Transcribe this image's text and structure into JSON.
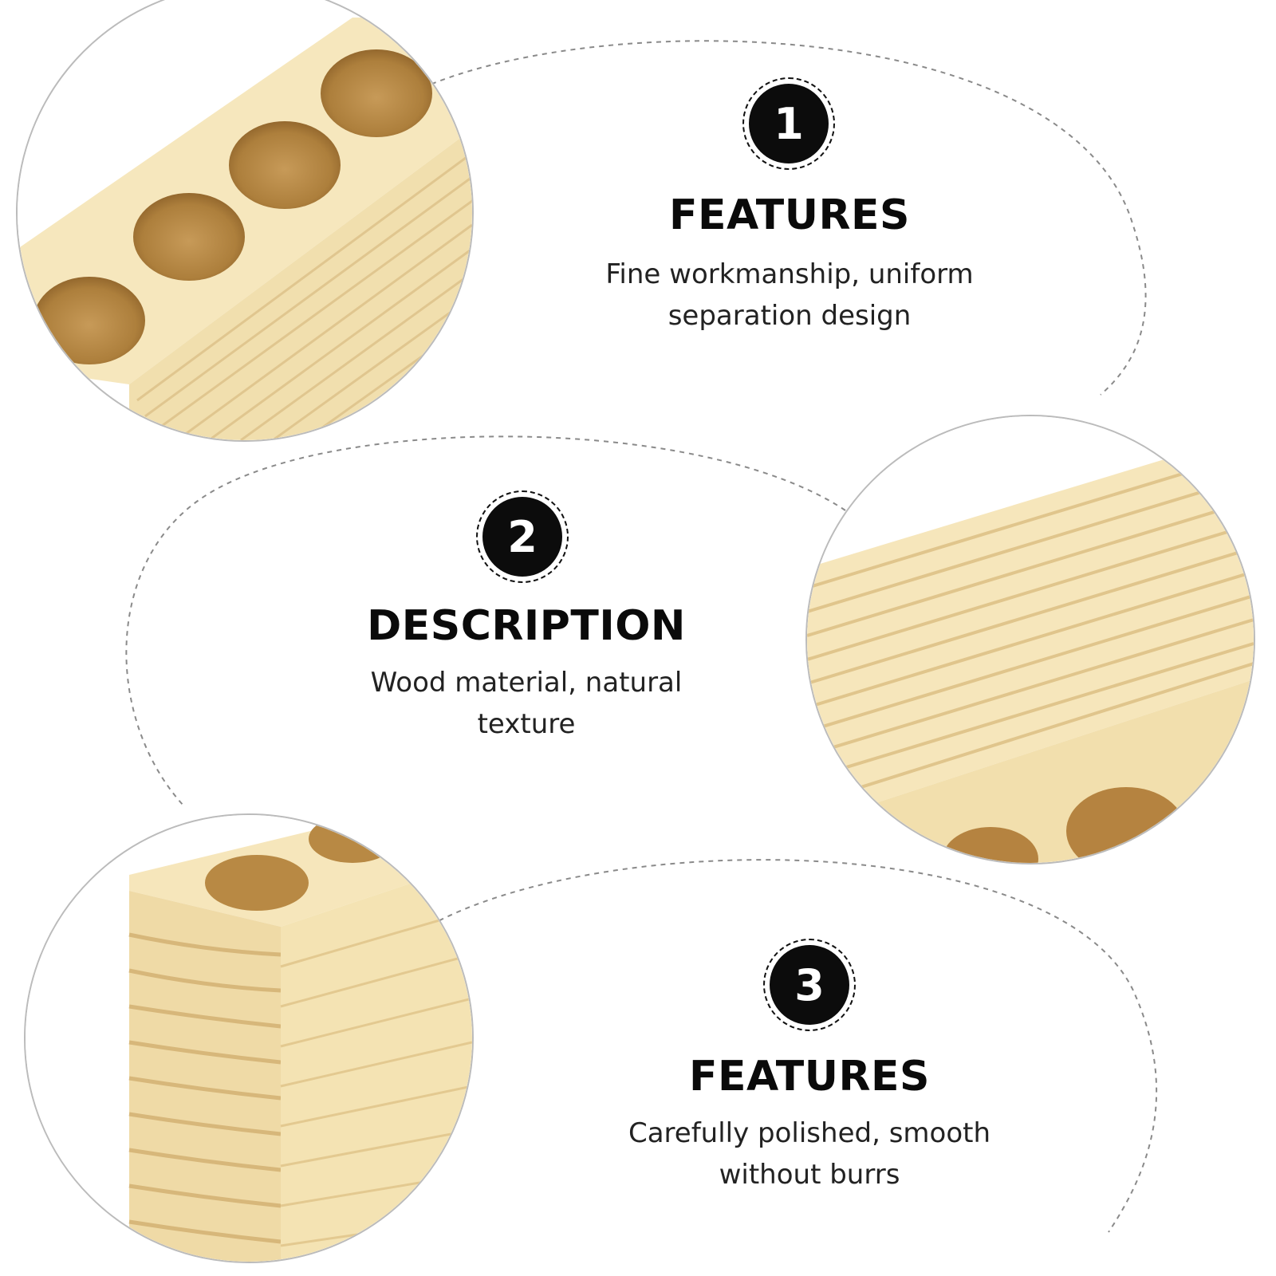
{
  "sections": [
    {
      "number": "1",
      "title": "FEATURES",
      "line1": "Fine workmanship, uniform",
      "line2": "separation design"
    },
    {
      "number": "2",
      "title": "DESCRIPTION",
      "line1": "Wood material, natural",
      "line2": "texture"
    },
    {
      "number": "3",
      "title": "FEATURES",
      "line1": "Carefully polished, smooth",
      "line2": "without burrs"
    }
  ],
  "colors": {
    "wood_light": "#f3e3b8",
    "wood_grain": "#e2c890",
    "hole_dark": "#b98a45",
    "badge": "#0c0c0c"
  }
}
